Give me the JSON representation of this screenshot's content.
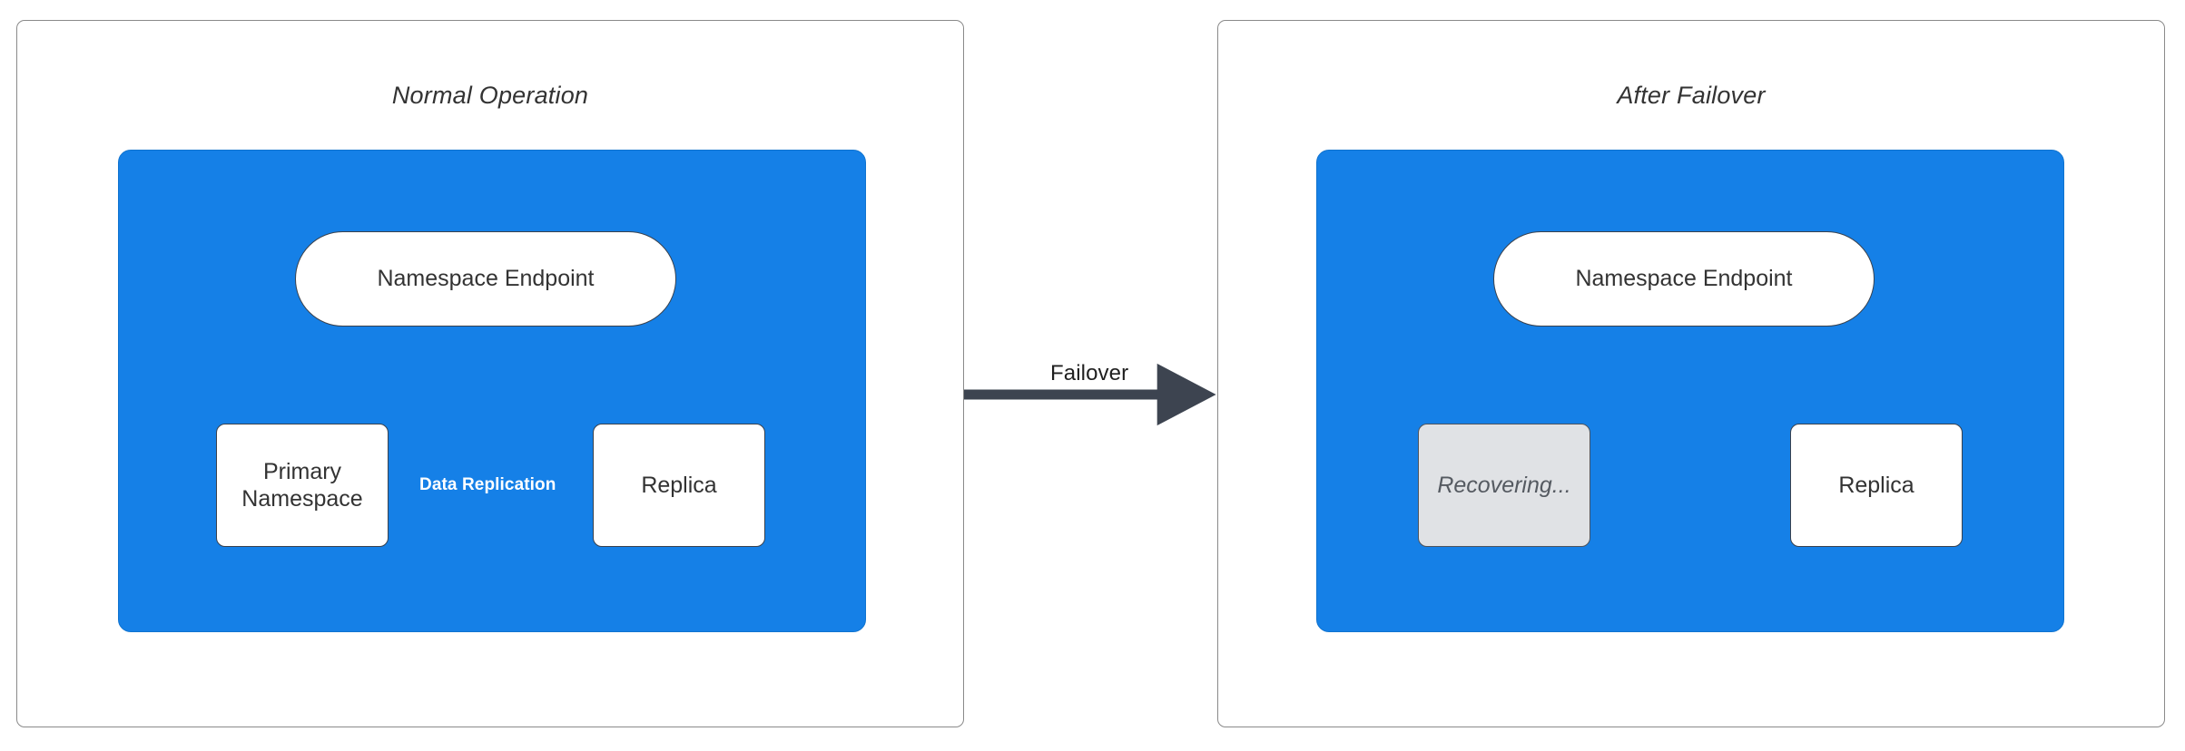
{
  "diagram": {
    "title_left": "Normal Operation",
    "title_right": "After Failover",
    "accent_blue": "#1580e7",
    "edge_color": "#39414d",
    "recovering_fill": "#e0e2e5",
    "panel_border": "#8a8a8a"
  },
  "panels": [
    {
      "id": "normal-operation",
      "title": "Normal Operation",
      "cluster": {
        "nodes": [
          {
            "id": "namespace-endpoint-left",
            "label": "Namespace Endpoint",
            "shape": "pill",
            "state": "active"
          },
          {
            "id": "primary-namespace",
            "label": "Primary\nNamespace",
            "shape": "rect",
            "state": "active"
          },
          {
            "id": "replica-left",
            "label": "Replica",
            "shape": "rect",
            "state": "active"
          }
        ],
        "edges": [
          {
            "from": "namespace-endpoint-left",
            "to": "primary-namespace",
            "label": ""
          },
          {
            "from": "primary-namespace",
            "to": "replica-left",
            "label": "Data Replication"
          }
        ]
      }
    },
    {
      "id": "after-failover",
      "title": "After Failover",
      "cluster": {
        "nodes": [
          {
            "id": "namespace-endpoint-right",
            "label": "Namespace Endpoint",
            "shape": "pill",
            "state": "active"
          },
          {
            "id": "recovering",
            "label": "Recovering...",
            "shape": "rect",
            "state": "recovering"
          },
          {
            "id": "replica-right",
            "label": "Replica",
            "shape": "rect",
            "state": "active"
          }
        ],
        "edges": [
          {
            "from": "namespace-endpoint-right",
            "to": "replica-right",
            "label": ""
          }
        ]
      }
    }
  ],
  "transition": {
    "label": "Failover",
    "from_panel": "normal-operation",
    "to_panel": "after-failover"
  },
  "labels": {
    "namespace_endpoint": "Namespace Endpoint",
    "primary_namespace_line1": "Primary",
    "primary_namespace_line2": "Namespace",
    "replica": "Replica",
    "recovering": "Recovering...",
    "data_replication": "Data Replication",
    "failover": "Failover"
  }
}
